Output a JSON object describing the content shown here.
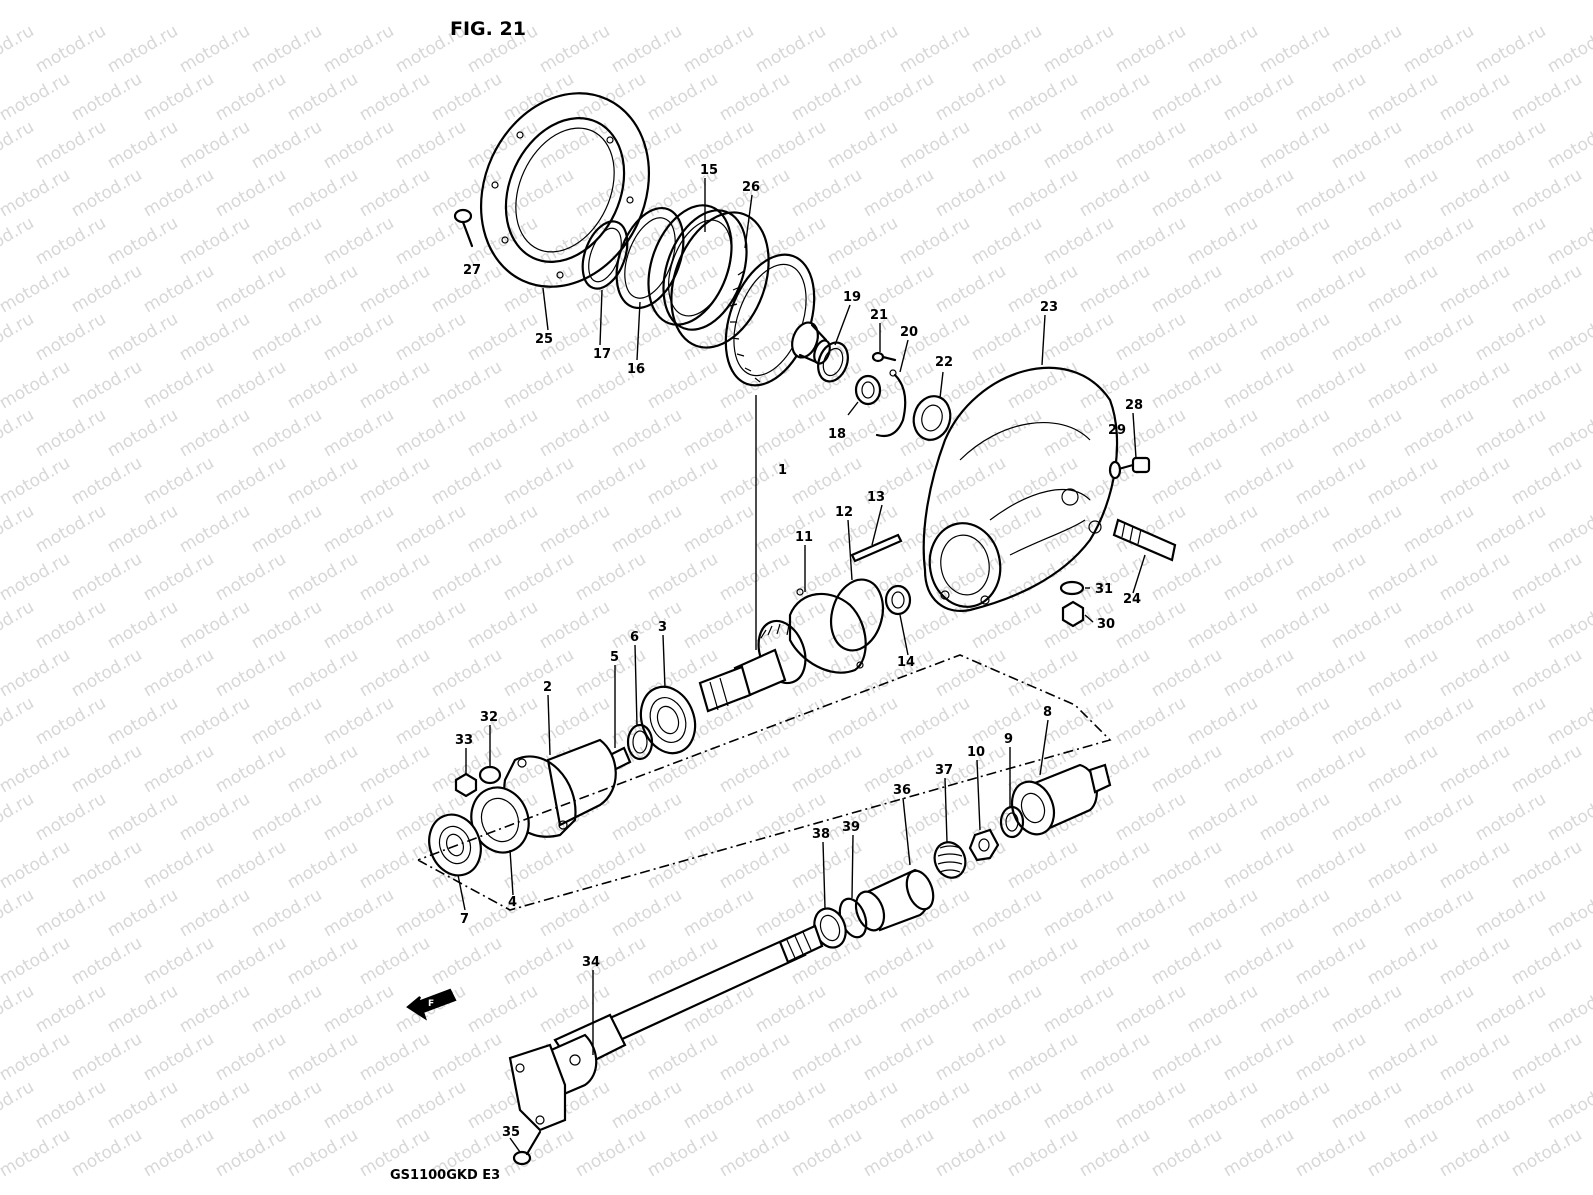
{
  "figure": {
    "title": "FIG. 21",
    "model_code": "GS1100GKD E3"
  },
  "watermark": {
    "text": "motod.ru"
  },
  "labels": {
    "p1": "1",
    "p2": "2",
    "p3": "3",
    "p4": "4",
    "p5": "5",
    "p6": "6",
    "p7": "7",
    "p8": "8",
    "p9": "9",
    "p10": "10",
    "p11": "11",
    "p12": "12",
    "p13": "13",
    "p14": "14",
    "p15": "15",
    "p16": "16",
    "p17": "17",
    "p18": "18",
    "p19": "19",
    "p20": "20",
    "p21": "21",
    "p22": "22",
    "p23": "23",
    "p24": "24",
    "p25": "25",
    "p26": "26",
    "p27": "27",
    "p28": "28",
    "p29": "29",
    "p30": "30",
    "p31": "31",
    "p32": "32",
    "p33": "33",
    "p34": "34",
    "p35": "35",
    "p36": "36",
    "p37": "37",
    "p38": "38",
    "p39": "39"
  },
  "colors": {
    "line": "#000000",
    "watermark": "#d7d7d7",
    "background": "#ffffff"
  }
}
